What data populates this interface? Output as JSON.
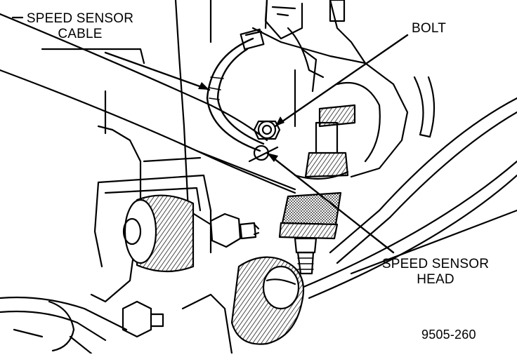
{
  "labels": {
    "speed_sensor_cable_line1": "SPEED SENSOR",
    "speed_sensor_cable_line2": "CABLE",
    "bolt": "BOLT",
    "speed_sensor_head_line1": "SPEED SENSOR",
    "speed_sensor_head_line2": "HEAD",
    "figure_number": "9505-260"
  },
  "colors": {
    "ink": "#000000",
    "paper": "#ffffff",
    "stipple": "#555555"
  }
}
